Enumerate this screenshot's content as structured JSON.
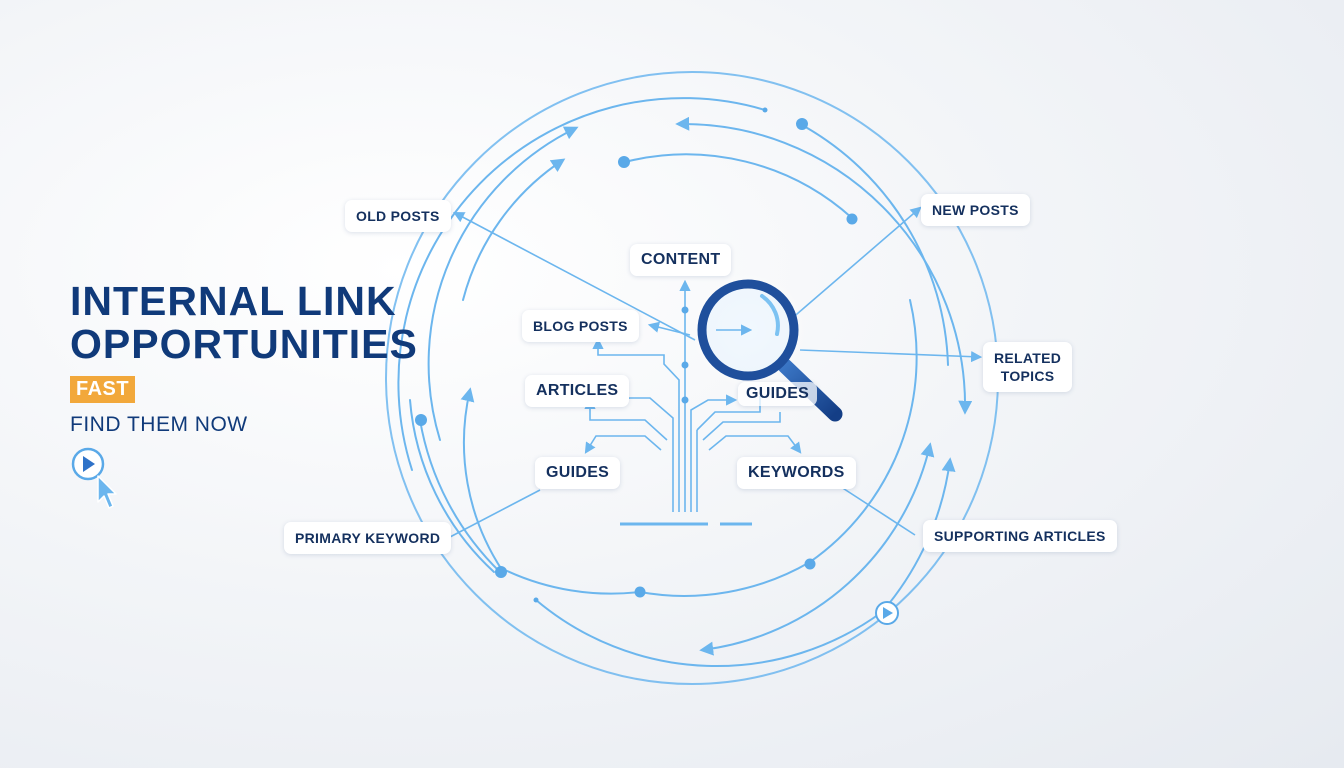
{
  "hero": {
    "title": "INTERNAL LINK\nOPPORTUNITIES",
    "badge": "FAST",
    "tagline": "FIND THEM NOW"
  },
  "labels": {
    "old_posts": "OLD POSTS",
    "new_posts": "NEW POSTS",
    "content": "CONTENT",
    "blog_posts": "BLOG POSTS",
    "articles": "ARTICLES",
    "guides_inner": "GUIDES",
    "guides": "GUIDES",
    "keywords": "KEYWORDS",
    "related_topics": "RELATED\nTOPICS",
    "primary_keyword": "PRIMARY KEYWORD",
    "supporting_articles": "SUPPORTING ARTICLES"
  },
  "icons": {
    "play": "play-circle-icon",
    "cursor": "pointer-cursor-icon",
    "magnifier": "magnifying-glass-icon"
  },
  "colors": {
    "brand_navy": "#103a7a",
    "accent_orange": "#f2a83b",
    "ring_blue": "#6cb6ee",
    "magnifier_blue": "#1f4f9c"
  }
}
